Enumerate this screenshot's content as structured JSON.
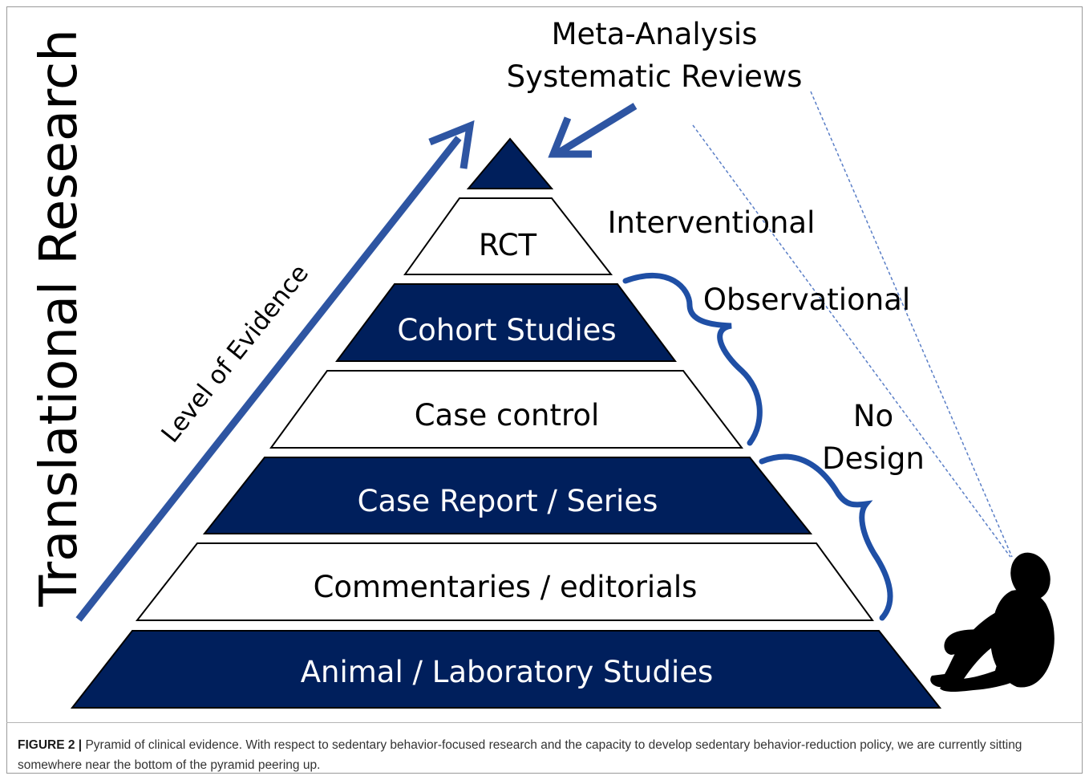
{
  "vertical_title": "Translational Research",
  "level_label": "Level of Evidence",
  "top_labels": [
    "Meta-Analysis",
    "Systematic Reviews"
  ],
  "tiers": [
    {
      "label": "",
      "style": "dark"
    },
    {
      "label": "RCT",
      "style": "light"
    },
    {
      "label": "Cohort Studies",
      "style": "dark"
    },
    {
      "label": "Case control",
      "style": "light"
    },
    {
      "label": "Case Report / Series",
      "style": "dark"
    },
    {
      "label": "Commentaries / editorials",
      "style": "light"
    },
    {
      "label": "Animal / Laboratory Studies",
      "style": "dark"
    }
  ],
  "side_labels": {
    "interventional": "Interventional",
    "observational": "Observational",
    "no_design": [
      "No",
      "Design"
    ]
  },
  "colors": {
    "dark_tier": "#001f5c",
    "arrow": "#2e55a2",
    "brace": "#1f4fa5",
    "sightline": "#5b7fc7",
    "figure": "#000000"
  },
  "icons": {
    "observer": "sitting-child-silhouette-icon"
  },
  "caption": {
    "label": "FIGURE 2 |",
    "text": "Pyramid of clinical evidence. With respect to sedentary behavior-focused research and the capacity to develop sedentary behavior-reduction policy, we are currently sitting somewhere near the bottom of the pyramid peering up."
  }
}
